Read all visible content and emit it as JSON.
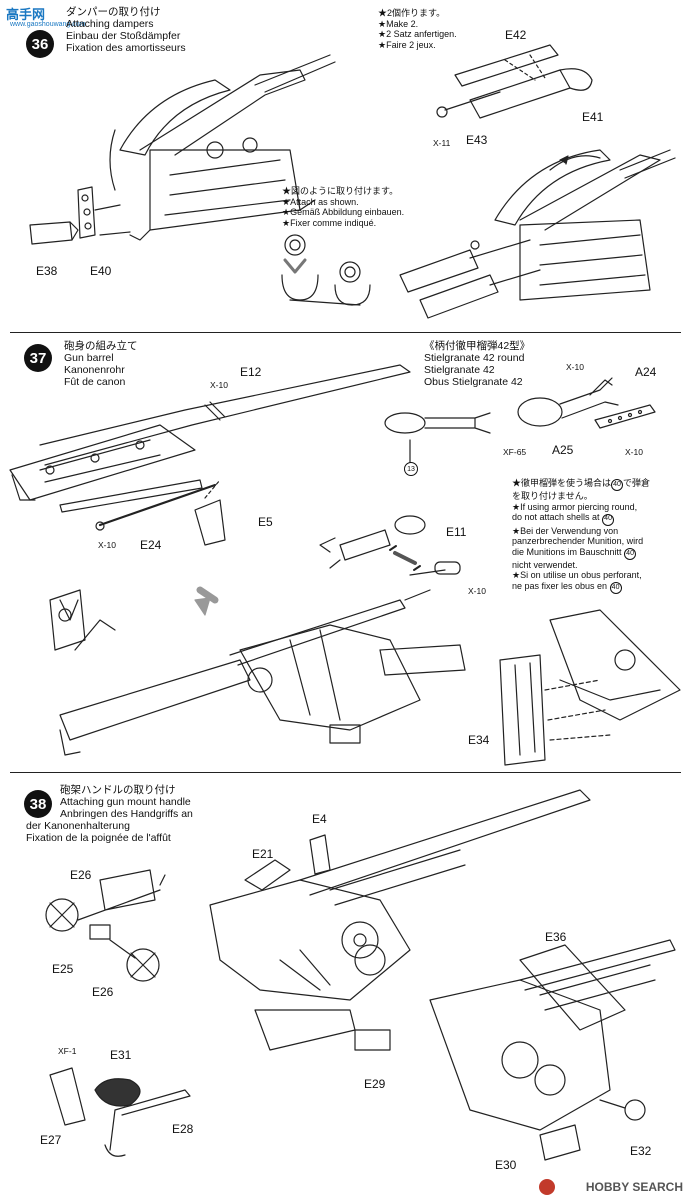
{
  "watermark": {
    "site": "高手网",
    "site_url": "www.gaoshouwang.com",
    "bottom": "HOBBY SEARCH"
  },
  "step36": {
    "number": "36",
    "title_jp": "ダンパーの取り付け",
    "title_en": "Attaching dampers",
    "title_de": "Einbau der Stoßdämpfer",
    "title_fr": "Fixation des amortisseurs",
    "note_make": {
      "jp": "★2個作ります。",
      "en": "★Make 2.",
      "de": "★2 Satz anfertigen.",
      "fr": "★Faire 2 jeux."
    },
    "note_attach": {
      "jp": "★図のように取り付けます。",
      "en": "★Attach as shown.",
      "de": "★Gemäß Abbildung einbauen.",
      "fr": "★Fixer comme indiqué."
    },
    "parts": {
      "e42": "E42",
      "e41": "E41",
      "e43": "E43",
      "x11": "X-11",
      "e38": "E38",
      "e40": "E40"
    }
  },
  "step37": {
    "number": "37",
    "title_jp": "砲身の組み立て",
    "title_en": "Gun barrel",
    "title_de": "Kanonenrohr",
    "title_fr": "Fût de canon",
    "round_jp": "《柄付徹甲榴弾42型》",
    "round_en": "Stielgranate 42 round",
    "round_de": "Stielgranate 42",
    "round_fr": "Obus Stielgranate 42",
    "note_ap": {
      "jp1": "★徹甲榴弾を使う場合は",
      "jp_ref": "40",
      "jp2": "で弾倉",
      "jp3": "を取り付けません。",
      "en1": "★If using armor piercing round,",
      "en2": "do not attach shells at",
      "en_ref": "40",
      "de1": "★Bei der Verwendung von",
      "de2": "panzerbrechender Munition, wird",
      "de3": "die Munitions im Bauschnitt",
      "de_ref": "40",
      "de4": "nicht verwendet.",
      "fr1": "★Si on utilise un obus perforant,",
      "fr2": "ne pas fixer les obus en",
      "fr_ref": "40"
    },
    "parts": {
      "e12": "E12",
      "x10a": "X-10",
      "e24": "E24",
      "x10b": "X-10",
      "e5": "E5",
      "x10c": "X-10",
      "a24": "A24",
      "a25": "A25",
      "xf65": "XF-65",
      "x10d": "X-10",
      "ref13": "13",
      "e11": "E11",
      "x10e": "X-10",
      "e34": "E34"
    }
  },
  "step38": {
    "number": "38",
    "title_jp": "砲架ハンドルの取り付け",
    "title_en": "Attaching gun mount handle",
    "title_de1": "Anbringen des Handgriffs an",
    "title_de2": "der Kanonenhalterung",
    "title_fr": "Fixation de la poignée de l'affût",
    "parts": {
      "e4": "E4",
      "e21": "E21",
      "e26a": "E26",
      "e25": "E25",
      "e26b": "E26",
      "e36": "E36",
      "e29": "E29",
      "xf1": "XF-1",
      "e31": "E31",
      "e27": "E27",
      "e28": "E28",
      "e30": "E30",
      "e32": "E32"
    }
  }
}
